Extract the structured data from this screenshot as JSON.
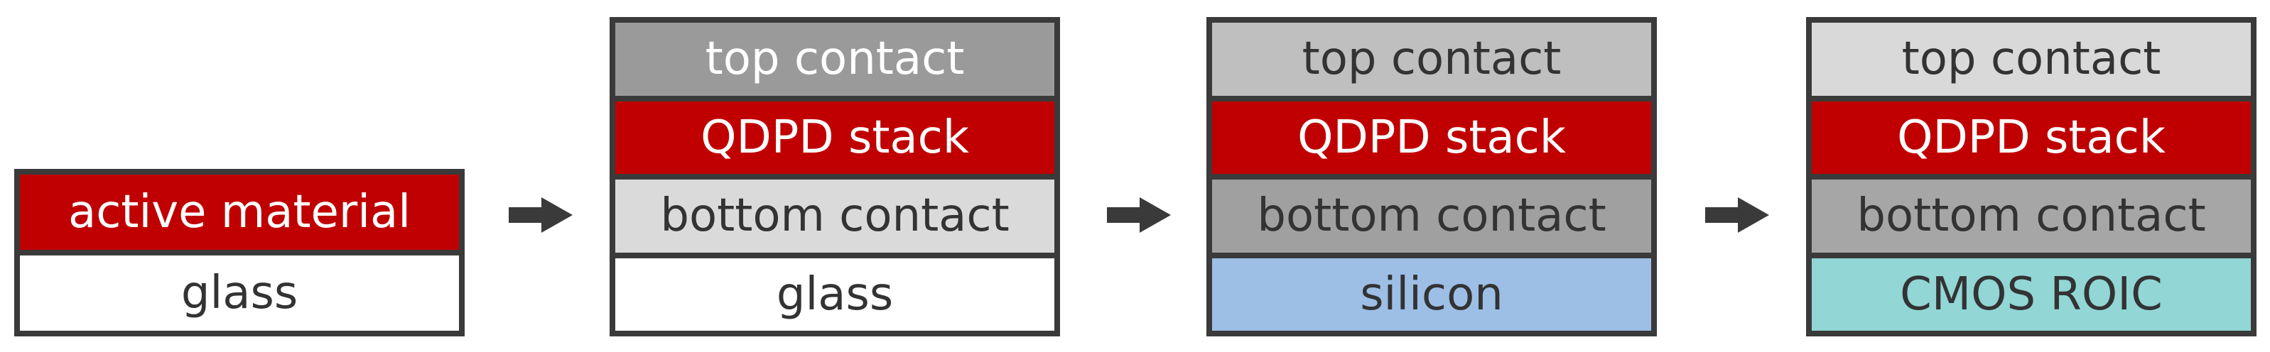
{
  "stages": [
    {
      "layers": [
        {
          "label": "active material",
          "bg": "#c00000",
          "fg": "#ffffff"
        },
        {
          "label": "glass",
          "bg": "#ffffff",
          "fg": "#333333"
        }
      ]
    },
    {
      "layers": [
        {
          "label": "top contact",
          "bg": "#9a9a9a",
          "fg": "#ffffff"
        },
        {
          "label": "QDPD stack",
          "bg": "#c00000",
          "fg": "#ffffff"
        },
        {
          "label": "bottom contact",
          "bg": "#dadada",
          "fg": "#333333"
        },
        {
          "label": "glass",
          "bg": "#ffffff",
          "fg": "#333333"
        }
      ]
    },
    {
      "layers": [
        {
          "label": "top contact",
          "bg": "#bfbfbf",
          "fg": "#333333"
        },
        {
          "label": "QDPD stack",
          "bg": "#c00000",
          "fg": "#ffffff"
        },
        {
          "label": "bottom contact",
          "bg": "#a0a0a0",
          "fg": "#333333"
        },
        {
          "label": "silicon",
          "bg": "#9dbfe6",
          "fg": "#333333"
        }
      ]
    },
    {
      "layers": [
        {
          "label": "top contact",
          "bg": "#d9d9d9",
          "fg": "#333333"
        },
        {
          "label": "QDPD stack",
          "bg": "#c00000",
          "fg": "#ffffff"
        },
        {
          "label": "bottom contact",
          "bg": "#a6a6a6",
          "fg": "#333333"
        },
        {
          "label": "CMOS ROIC",
          "bg": "#92d6d6",
          "fg": "#333333"
        }
      ]
    }
  ],
  "arrow_count": 3,
  "colors": {
    "border": "#3a3a3a",
    "arrow": "#3a3a3a"
  }
}
